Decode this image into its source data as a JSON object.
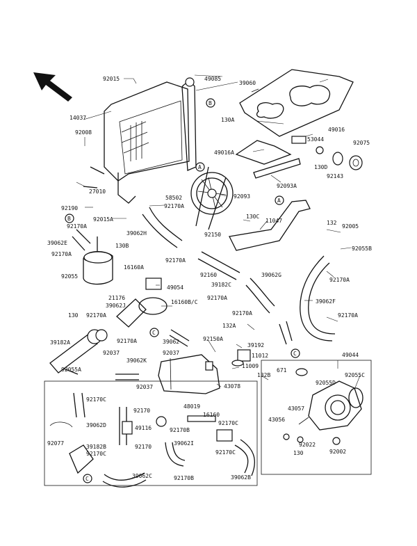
{
  "labels": [
    "92015",
    "49085",
    "39060",
    "14037",
    "92008",
    "27010",
    "92190",
    "92015A",
    "92170A",
    "92170A",
    "39062E",
    "92170A",
    "130B",
    "16160A",
    "92055",
    "21176",
    "39062J",
    "49054",
    "16160B/C",
    "130A",
    "49016A",
    "58502",
    "39062H",
    "92093",
    "92093A",
    "92150",
    "92170A",
    "92160",
    "39182C",
    "39062G",
    "92170A",
    "92170A",
    "49016",
    "53044",
    "130D",
    "92143",
    "92075",
    "130C",
    "11047",
    "132",
    "92005",
    "92055B",
    "92170A",
    "39062F",
    "92170A",
    "130",
    "92170A",
    "92170A",
    "39182A",
    "92037",
    "92055A",
    "39062",
    "92150A",
    "92037",
    "39062K",
    "92037",
    "132A",
    "39192",
    "11012",
    "11009",
    "671",
    "43078",
    "132B",
    "49044",
    "92055D",
    "92055C",
    "43057",
    "43056",
    "92022",
    "130",
    "92002",
    "92170C",
    "92170",
    "92077",
    "39062D",
    "49116",
    "92170",
    "39182B",
    "92170C",
    "39062C",
    "48019",
    "92170B",
    "16160",
    "92170C",
    "39062I",
    "92170C",
    "92170B",
    "39062B"
  ],
  "callouts": [
    "B",
    "A",
    "A",
    "B",
    "C",
    "C",
    "C"
  ]
}
